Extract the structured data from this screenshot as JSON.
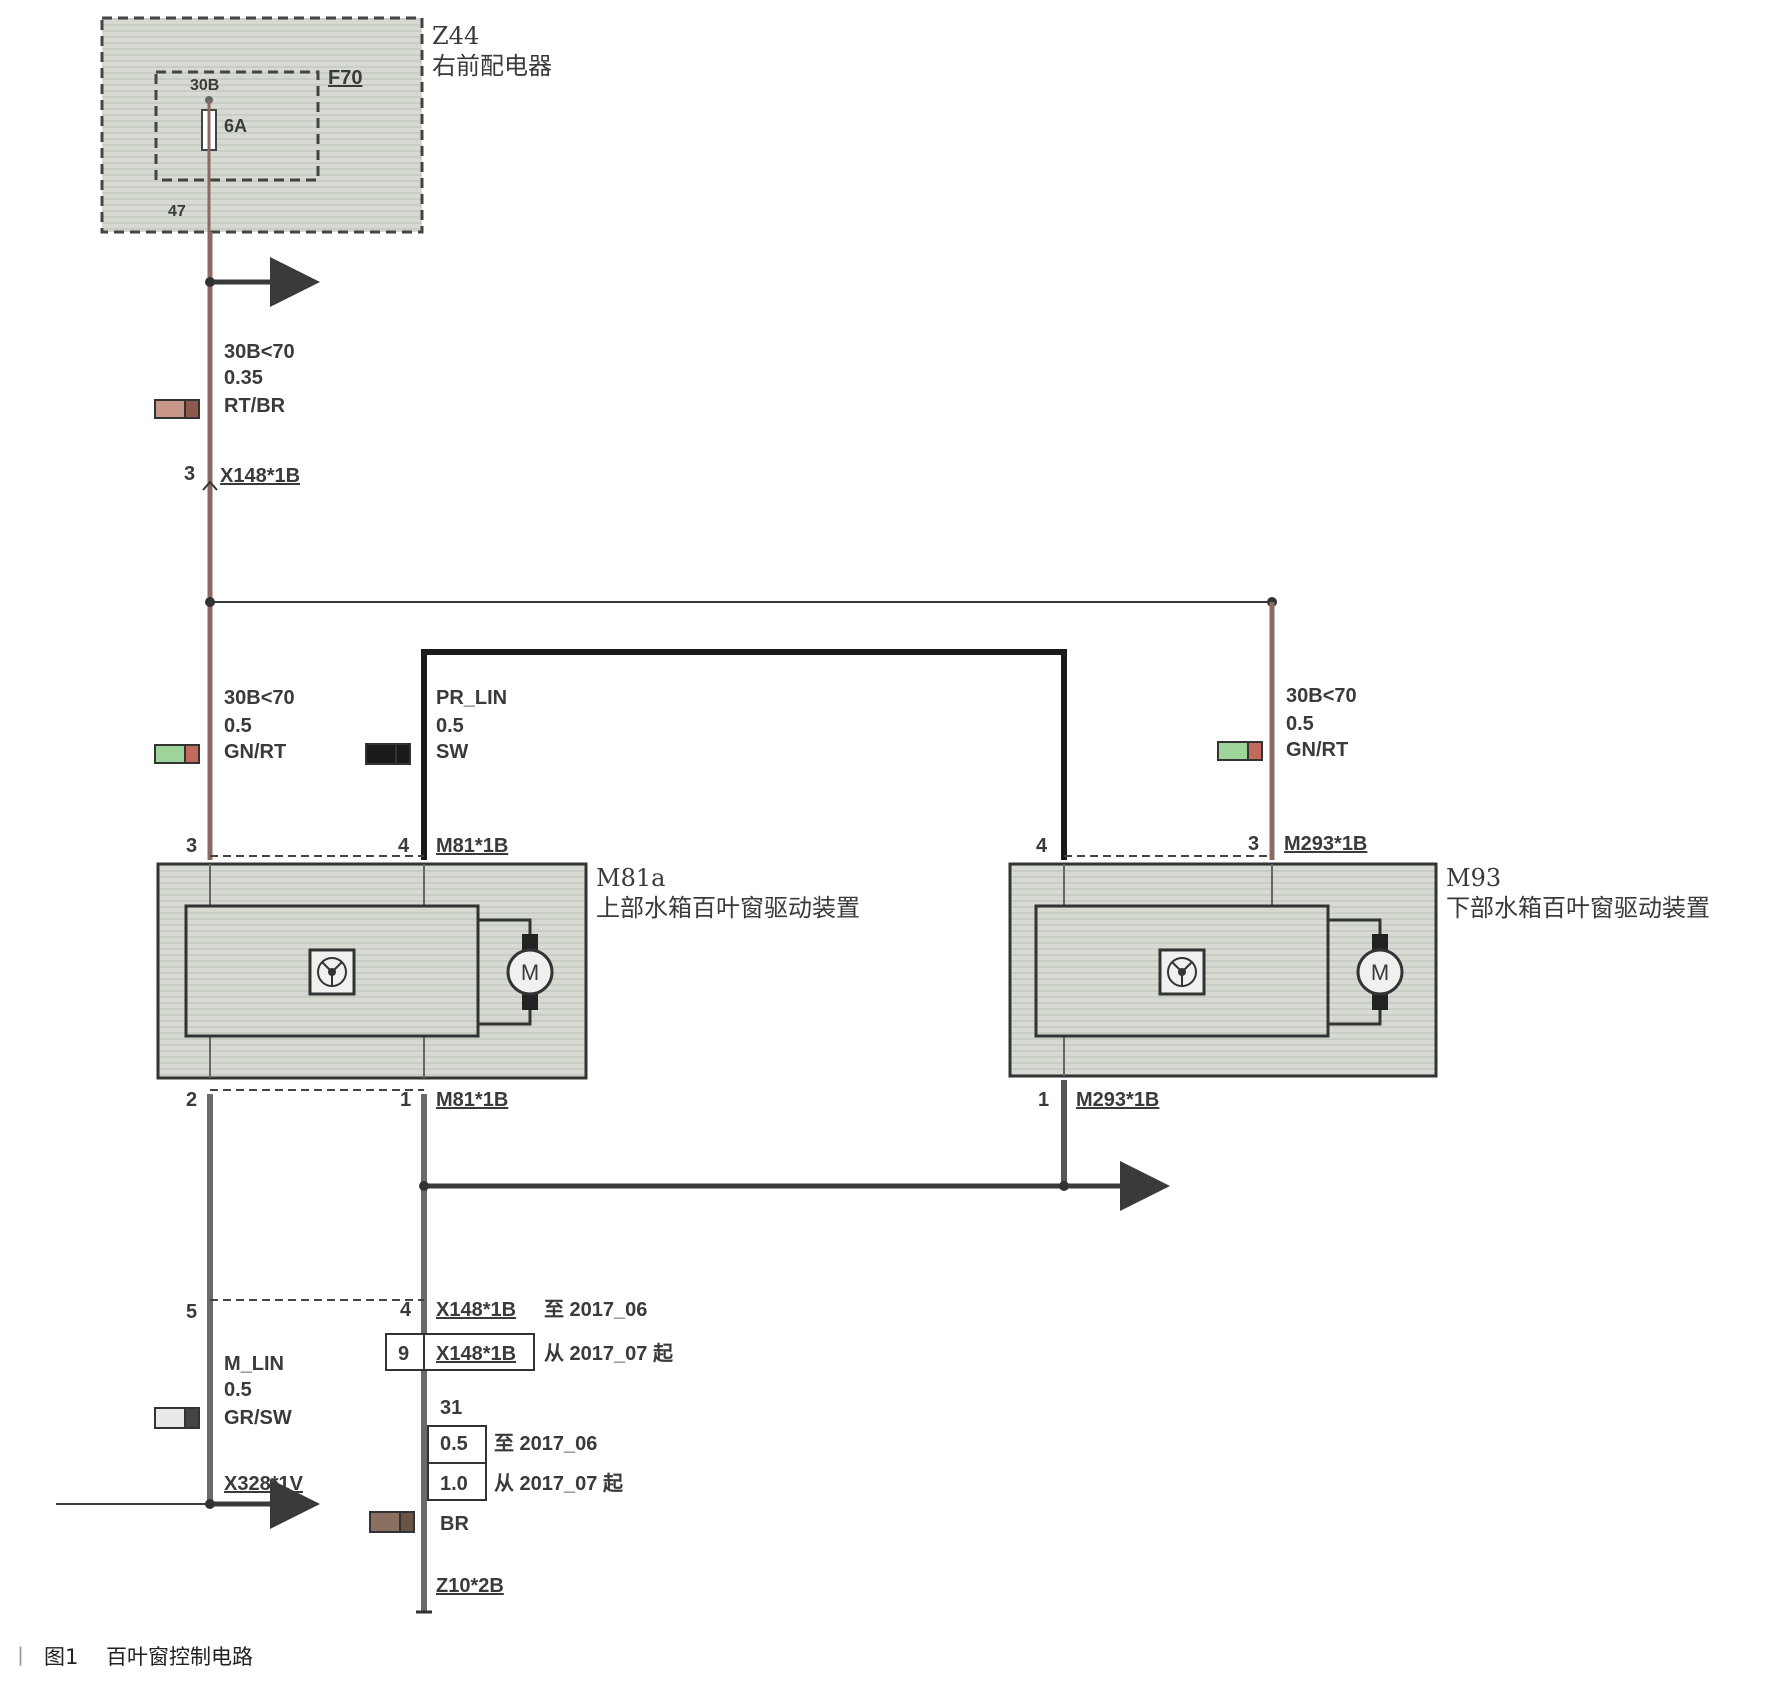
{
  "components": {
    "relay_box": {
      "id": "Z44",
      "name": "右前配电器",
      "fuse_id": "F70",
      "fuse_terminal": "30B",
      "fuse_rating": "6A",
      "out_pin": "47"
    },
    "upper_actuator": {
      "id": "M81a",
      "name": "上部水箱百叶窗驱动装置",
      "conn_top": "M81*1B",
      "conn_bottom": "M81*1B",
      "pin_top_left": "3",
      "pin_top_right": "4",
      "pin_bottom_left": "2",
      "pin_bottom_right": "1"
    },
    "lower_actuator": {
      "id": "M93",
      "name": "下部水箱百叶窗驱动装置",
      "conn_top": "M293*1B",
      "conn_bottom": "M293*1B",
      "pin_top_left": "4",
      "pin_top_right": "3",
      "pin_bottom": "1"
    },
    "motor_symbol": "M"
  },
  "wires": {
    "feed": {
      "signal": "30B<70",
      "gauge": "0.35",
      "color": "RT/BR",
      "swatch": [
        "#c9968a",
        "#8e5a4e"
      ]
    },
    "upper_power": {
      "signal": "30B<70",
      "gauge": "0.5",
      "color": "GN/RT",
      "swatch": [
        "#9ed39a",
        "#c26a5c"
      ]
    },
    "lin": {
      "signal": "PR_LIN",
      "gauge": "0.5",
      "color": "SW",
      "swatch": [
        "#1a1a1a",
        "#1a1a1a"
      ]
    },
    "lower_power": {
      "signal": "30B<70",
      "gauge": "0.5",
      "color": "GN/RT",
      "swatch": [
        "#9ed39a",
        "#c26a5c"
      ]
    },
    "mlin": {
      "signal": "M_LIN",
      "gauge": "0.5",
      "color": "GR/SW",
      "swatch": [
        "#e9e9e9",
        "#444444"
      ]
    },
    "ground": {
      "signal": "31",
      "gauge_a": "0.5",
      "note_a": "至 2017_06",
      "gauge_b": "1.0",
      "note_b": "从 2017_07 起",
      "color": "BR",
      "swatch": [
        "#8a7060",
        "#6a5446"
      ]
    }
  },
  "connectors": {
    "x148_top": {
      "pin": "3",
      "id": "X148*1B"
    },
    "x148_bottom": {
      "pin_left": "5",
      "pin_right": "4",
      "id": "X148*1B",
      "note": "至 2017_06"
    },
    "x148_alt": {
      "pin": "9",
      "id": "X148*1B",
      "note": "从 2017_07 起"
    },
    "x328": {
      "id": "X328*1V"
    },
    "z10": {
      "id": "Z10*2B"
    }
  },
  "colors": {
    "wire_brown": "#8b6a62",
    "wire_black": "#1a1a1a",
    "box_fill": "#d8dcd4",
    "dash": "#444444"
  },
  "caption": {
    "marker": "丨",
    "figure": "图1",
    "title": "百叶窗控制电路"
  }
}
